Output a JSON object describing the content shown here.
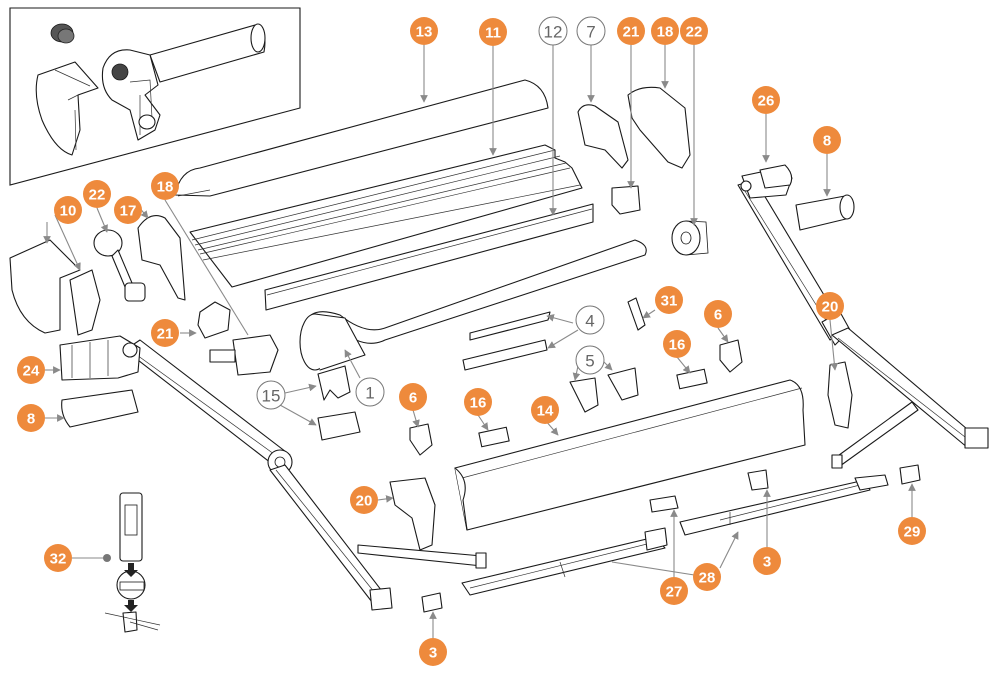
{
  "diagram": {
    "type": "exploded-parts-view",
    "subject": "motorised folding-arm awning",
    "accent_color": "#ee8a3c",
    "outline_badge_color": "#777777",
    "callouts_filled": [
      "13",
      "11",
      "21",
      "18",
      "22",
      "26",
      "8",
      "10",
      "17",
      "18",
      "22",
      "21",
      "24",
      "8",
      "31",
      "6",
      "16",
      "20",
      "6",
      "16",
      "14",
      "20",
      "32",
      "3",
      "29",
      "27",
      "28",
      "3"
    ],
    "callouts_outline": [
      "12",
      "7",
      "4",
      "5",
      "15",
      "1"
    ],
    "inset": {
      "description": "motor drive detail with end cap and tube"
    },
    "icons": {
      "arrow": "down-arrow-icon",
      "dot": "bullet-dot-icon"
    }
  }
}
